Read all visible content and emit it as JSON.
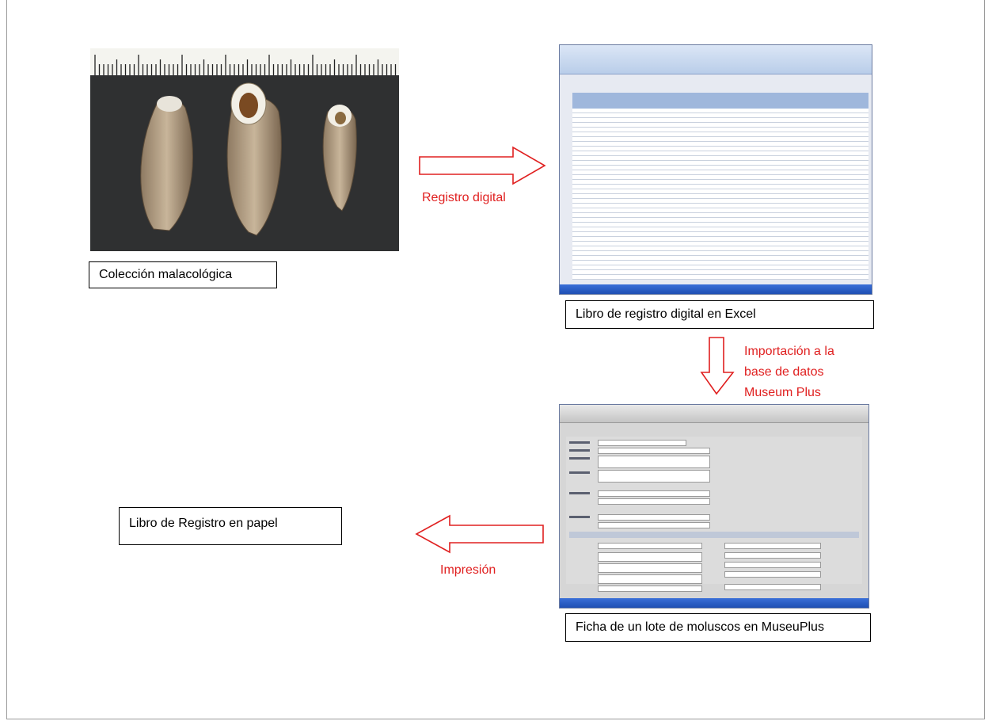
{
  "labels": {
    "coleccion": "Colección malacológica",
    "libro_excel": "Libro de registro digital en Excel",
    "ficha": "Ficha de un lote de moluscos en MuseuPlus",
    "libro_papel": "Libro de Registro en papel"
  },
  "arrows": {
    "registro": "Registro digital",
    "importacion_1": "Importación  a la",
    "importacion_2": "base de datos",
    "importacion_3": "Museum Plus",
    "impresion": "Impresión"
  },
  "colors": {
    "arrow_stroke": "#e02020",
    "arrow_text": "#e02020",
    "box_border": "#000000"
  }
}
